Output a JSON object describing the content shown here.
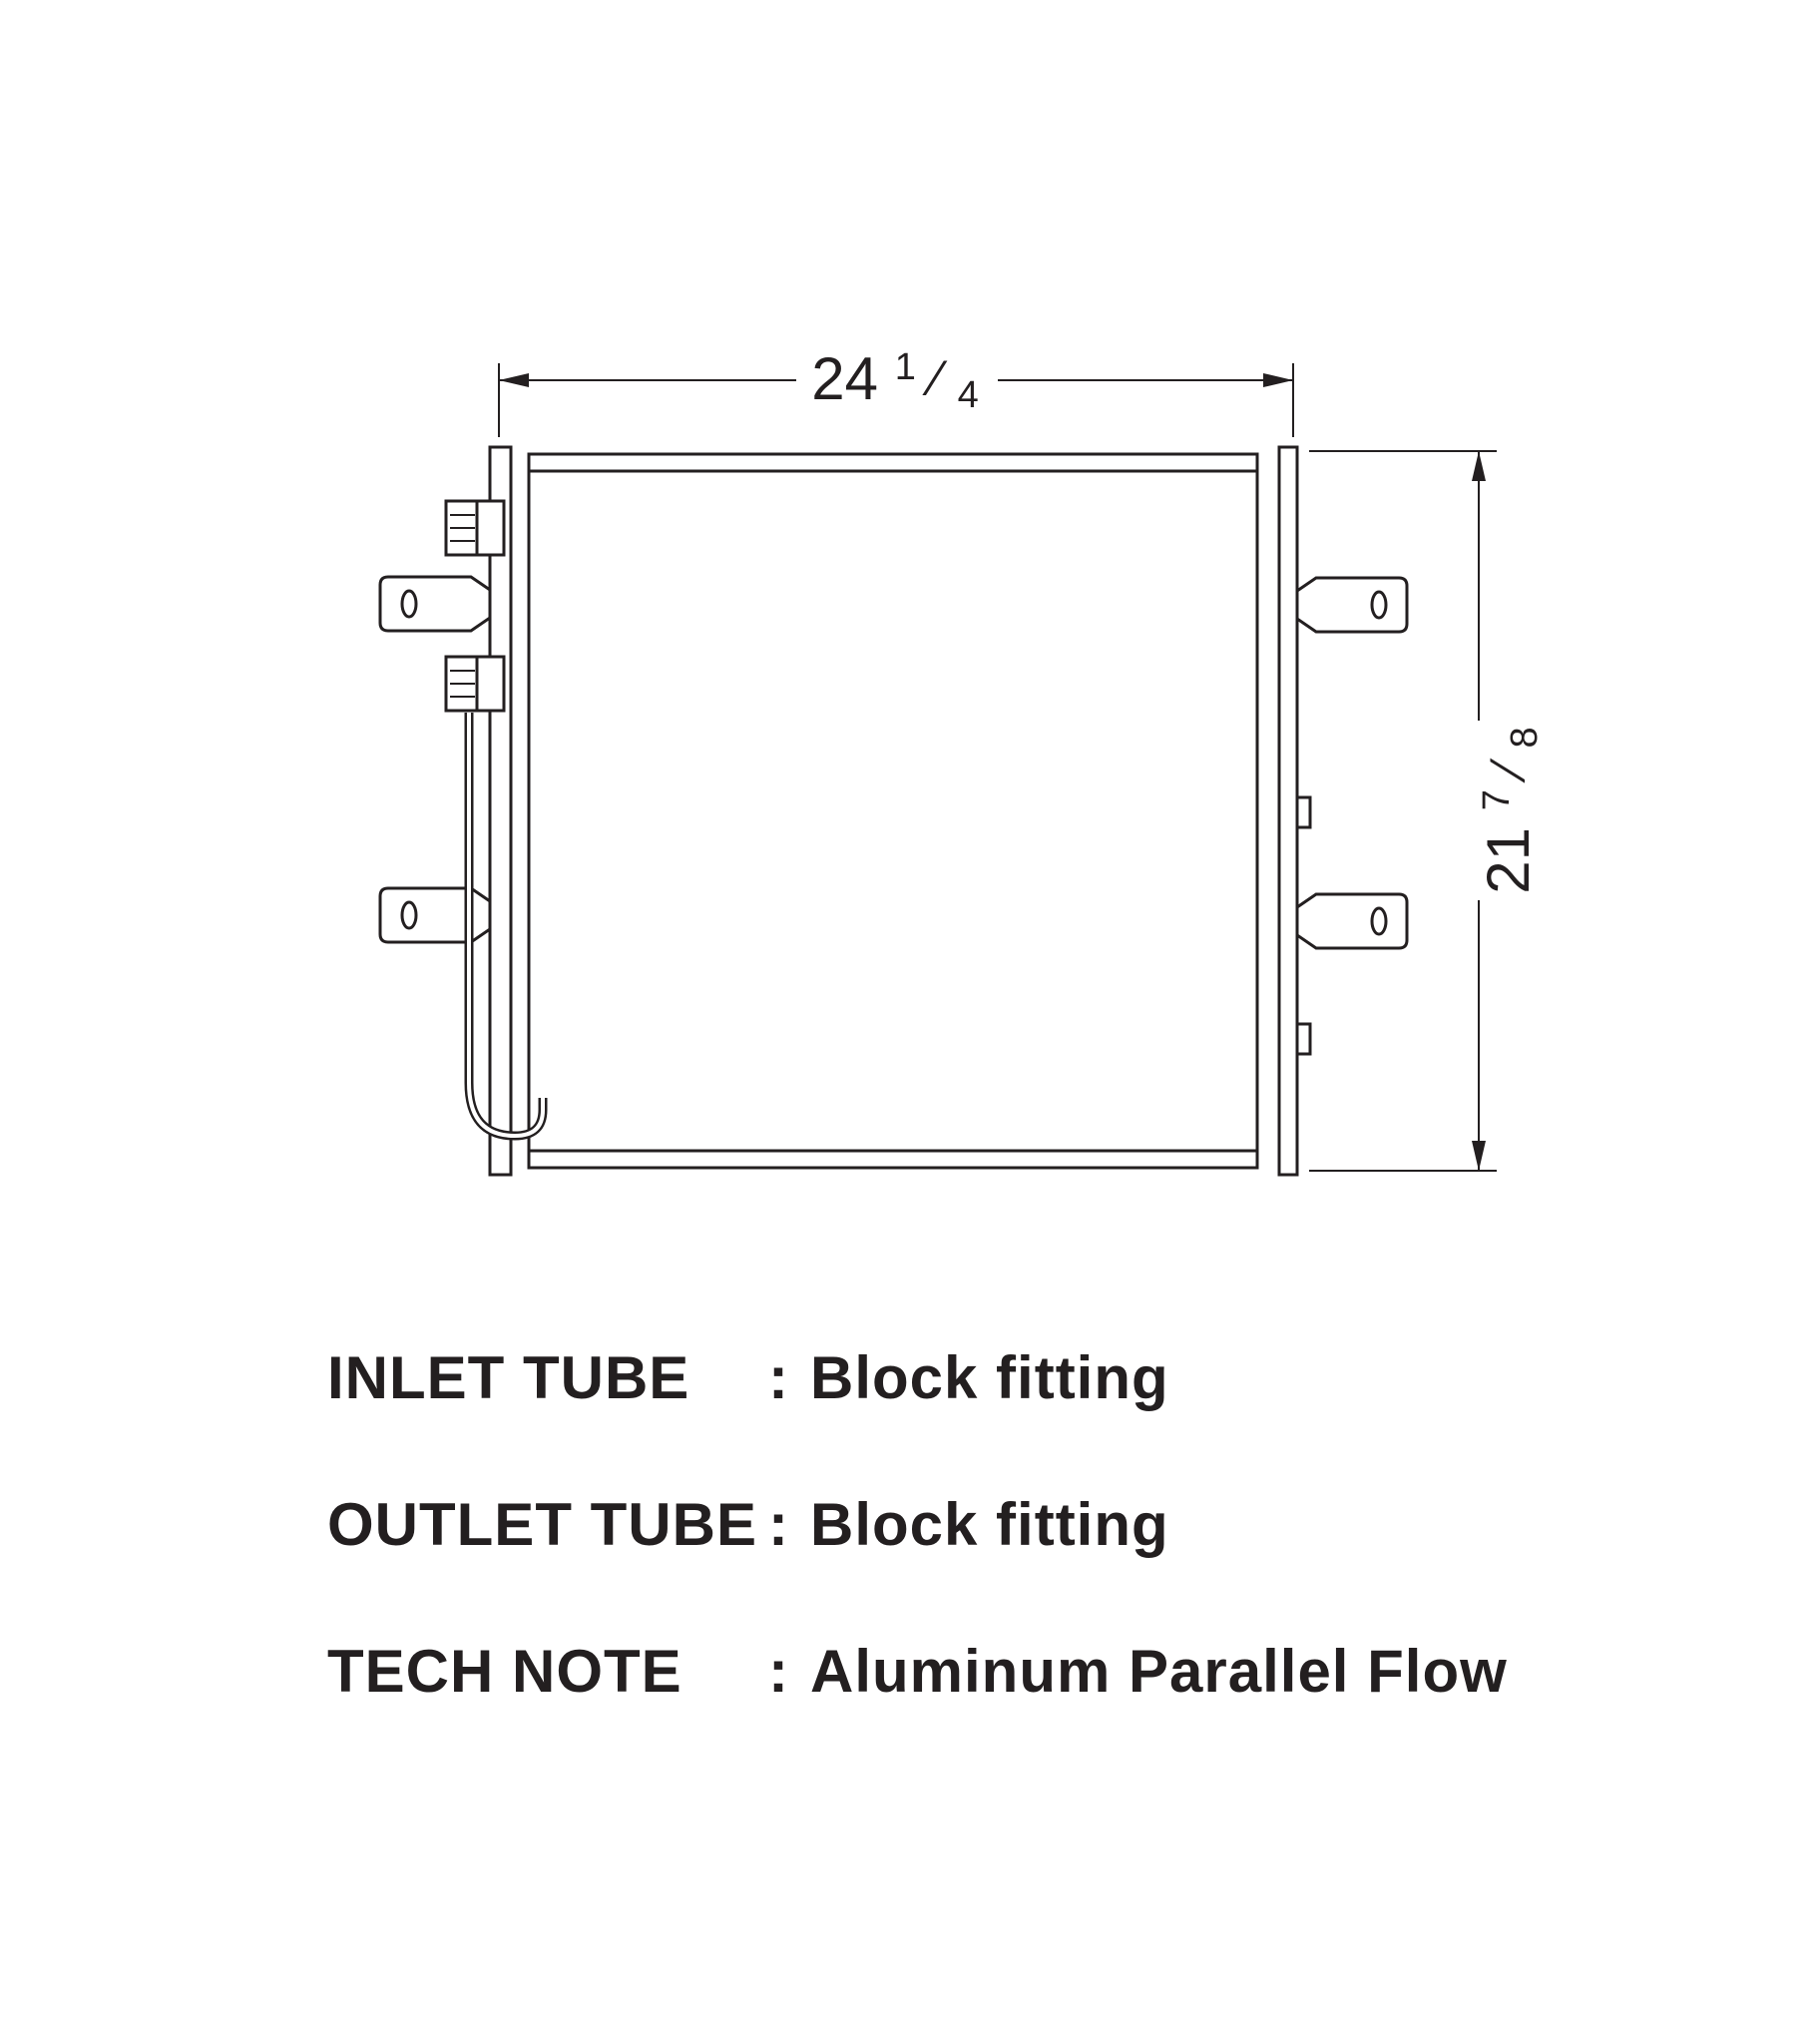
{
  "drawing": {
    "width_dim": {
      "whole": "24",
      "numerator": "1",
      "denominator": "4"
    },
    "height_dim": {
      "whole": "21",
      "numerator": "7",
      "denominator": "8"
    },
    "slash": "⁄"
  },
  "specs": [
    {
      "label": "INLET TUBE",
      "colon": ":",
      "value": "Block fitting"
    },
    {
      "label": "OUTLET TUBE",
      "colon": ":",
      "value": "Block fitting"
    },
    {
      "label": "TECH NOTE",
      "colon": ":",
      "value": "Aluminum Parallel Flow"
    }
  ],
  "colors": {
    "ink": "#231f20",
    "background": "#ffffff"
  }
}
